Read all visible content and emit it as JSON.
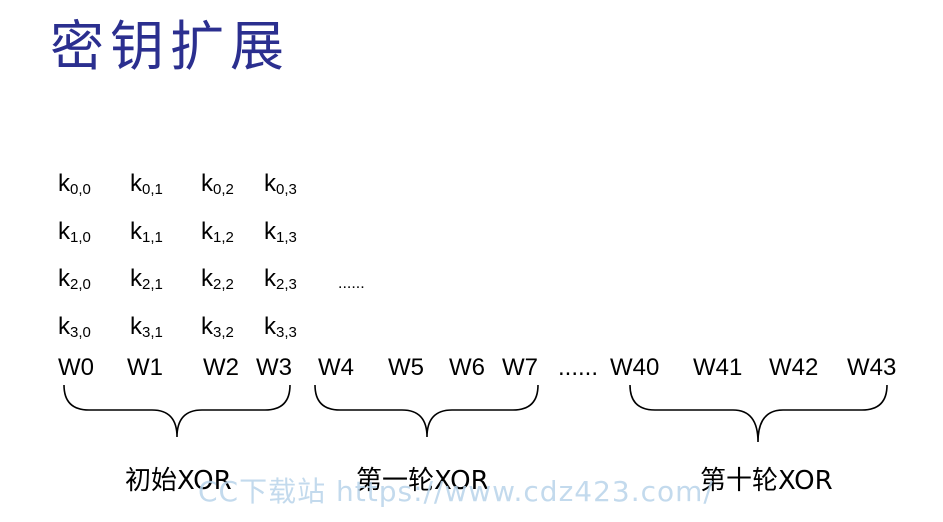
{
  "title": "密钥扩展",
  "key_matrix": [
    [
      {
        "base": "k",
        "sub": "0,0"
      },
      {
        "base": "k",
        "sub": "0,1"
      },
      {
        "base": "k",
        "sub": "0,2"
      },
      {
        "base": "k",
        "sub": "0,3"
      }
    ],
    [
      {
        "base": "k",
        "sub": "1,0"
      },
      {
        "base": "k",
        "sub": "1,1"
      },
      {
        "base": "k",
        "sub": "1,2"
      },
      {
        "base": "k",
        "sub": "1,3"
      }
    ],
    [
      {
        "base": "k",
        "sub": "2,0"
      },
      {
        "base": "k",
        "sub": "2,1"
      },
      {
        "base": "k",
        "sub": "2,2"
      },
      {
        "base": "k",
        "sub": "2,3"
      }
    ],
    [
      {
        "base": "k",
        "sub": "3,0"
      },
      {
        "base": "k",
        "sub": "3,1"
      },
      {
        "base": "k",
        "sub": "3,2"
      },
      {
        "base": "k",
        "sub": "3,3"
      }
    ]
  ],
  "matrix_ellipsis": "......",
  "words": [
    "W0",
    "W1",
    "W2",
    "W3",
    "W4",
    "W5",
    "W6",
    "W7",
    "W40",
    "W41",
    "W42",
    "W43"
  ],
  "words_ellipsis": "......",
  "groups": [
    {
      "label": "初始XOR"
    },
    {
      "label": "第一轮XOR"
    },
    {
      "label": "第十轮XOR"
    }
  ],
  "watermark": "CC下载站 https://www.cdz423.com/",
  "colors": {
    "title": "#2b2f8f",
    "text": "#000000",
    "brace": "#000000",
    "watermark": "#b9d4ea"
  }
}
